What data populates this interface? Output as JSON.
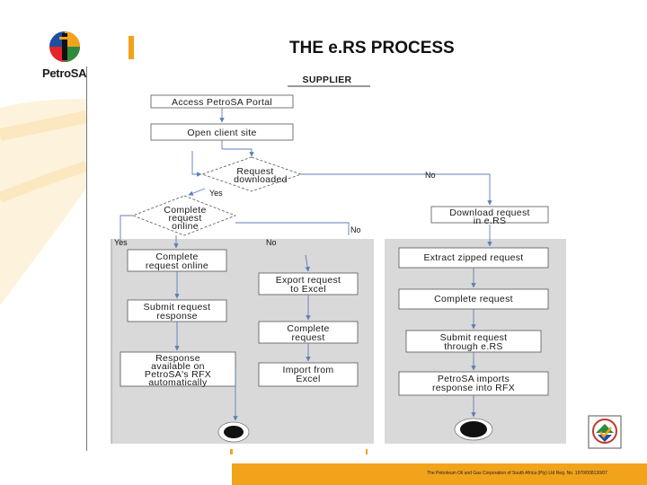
{
  "slide": {
    "title": "THE e.RS PROCESS",
    "logo_text": "PetroSA",
    "footer": "The Petroleum Oil and Gas Corporation of South Africa (Pty) Ltd   Reg. No. 1970/008130/07"
  },
  "diagram": {
    "lane_title": "SUPPLIER",
    "steps": {
      "access_portal": "Access PetroSA Portal",
      "open_client_site": "Open client site",
      "request_downloaded": [
        "Request",
        "downloaded"
      ],
      "complete_online_q": [
        "Complete",
        "request",
        "online"
      ],
      "download_request": [
        "Download request",
        "in e.RS"
      ],
      "complete_online": [
        "Complete",
        "request online"
      ],
      "export_excel": [
        "Export request",
        "to Excel"
      ],
      "extract_zipped": "Extract zipped request",
      "complete_request_right": "Complete request",
      "submit_response": [
        "Submit request",
        "response"
      ],
      "complete_request_mid": [
        "Complete",
        "request"
      ],
      "submit_ers": [
        "Submit request",
        "through e.RS"
      ],
      "response_available": [
        "Response",
        "available on",
        "PetroSA's RFX",
        "automatically"
      ],
      "import_excel": [
        "Import from",
        "Excel"
      ],
      "petrosa_imports": [
        "PetroSA imports",
        "response into RFX"
      ]
    },
    "labels": {
      "no_top": "No",
      "yes_top": "Yes",
      "no_mid": "No",
      "yes_left": "Yes",
      "no_left": "No"
    }
  },
  "colors": {
    "accent": "#f2a31c",
    "swimlane": "#d9d9d9",
    "box_fill": "#ffffff",
    "arrow": "#5b7fb5"
  }
}
